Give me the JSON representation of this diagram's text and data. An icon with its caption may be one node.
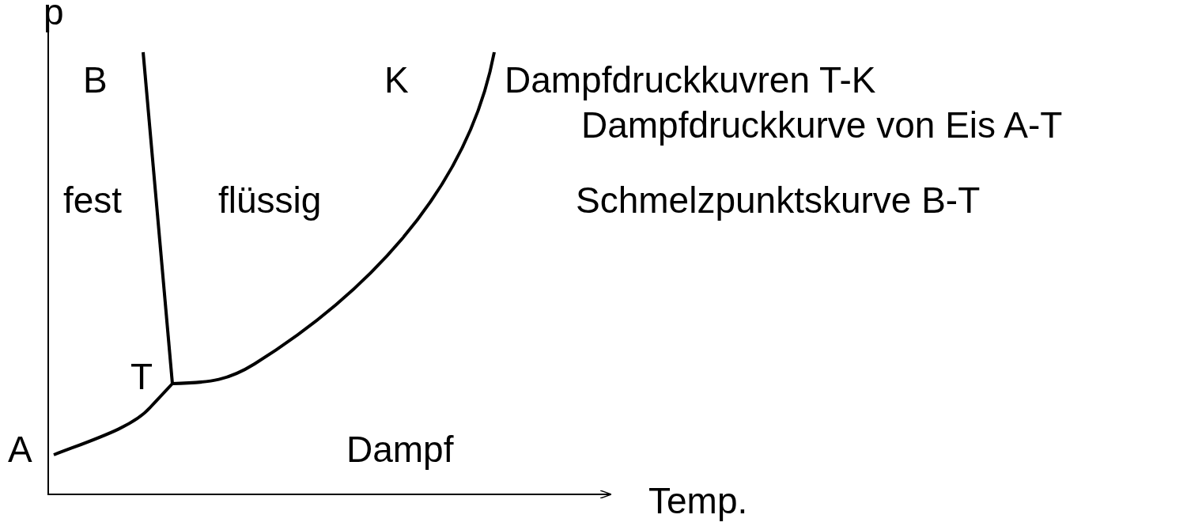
{
  "diagram": {
    "labels": [
      "p",
      "B",
      "K",
      "Dampfdruckkuvren T-K",
      "Dampfdruckkurve von Eis A-T",
      "fest",
      "flüssig",
      "Schmelzpunktskurve B-T",
      "T",
      "A",
      "Dampf",
      "Temp."
    ]
  }
}
